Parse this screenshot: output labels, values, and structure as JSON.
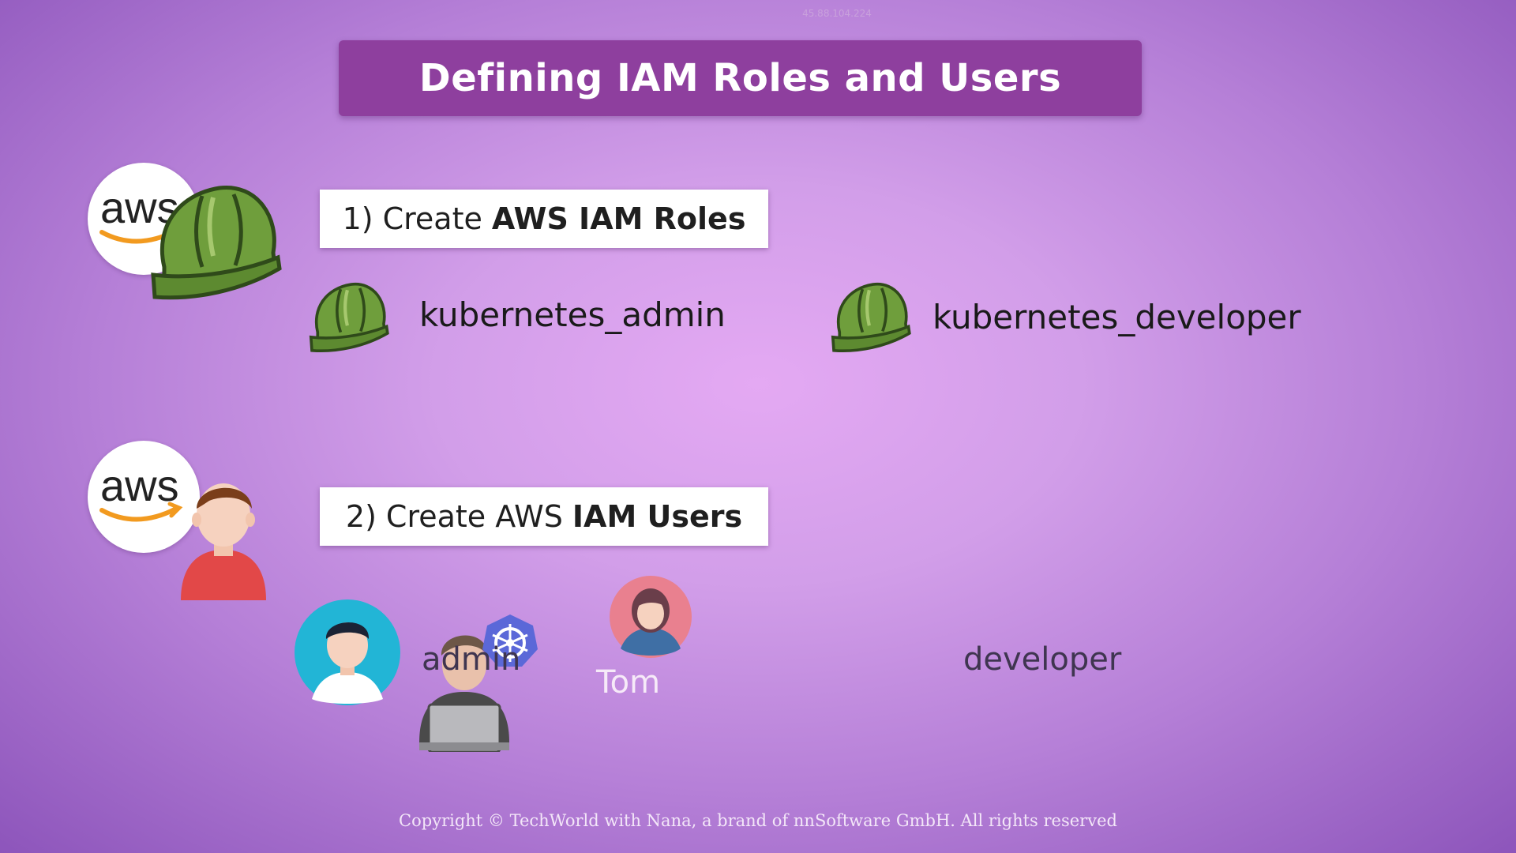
{
  "header": {
    "ip_watermark": "45.88.104.224",
    "title": "Defining IAM Roles and Users"
  },
  "steps": [
    {
      "number": "1)",
      "prefix": "Create",
      "bold": "AWS IAM Roles"
    },
    {
      "number": "2)",
      "prefix": "Create AWS",
      "bold": "IAM Users"
    }
  ],
  "roles": [
    {
      "label": "kubernetes_admin",
      "icon": "helmet-icon"
    },
    {
      "label": "kubernetes_developer",
      "icon": "helmet-icon"
    }
  ],
  "users": [
    {
      "label": "admin",
      "icon": "admin-avatar-icon"
    },
    {
      "label": "Tom",
      "icon": "tom-avatar-icon"
    },
    {
      "label": "developer"
    }
  ],
  "logos": {
    "aws_text": "aws"
  },
  "colors": {
    "title_bg": "#8e3f9e",
    "helmet": "#6b9a3a",
    "aws_smile": "#f29a1f"
  },
  "footer": {
    "copyright": "Copyright © TechWorld with Nana, a brand of nnSoftware GmbH. All rights reserved"
  }
}
